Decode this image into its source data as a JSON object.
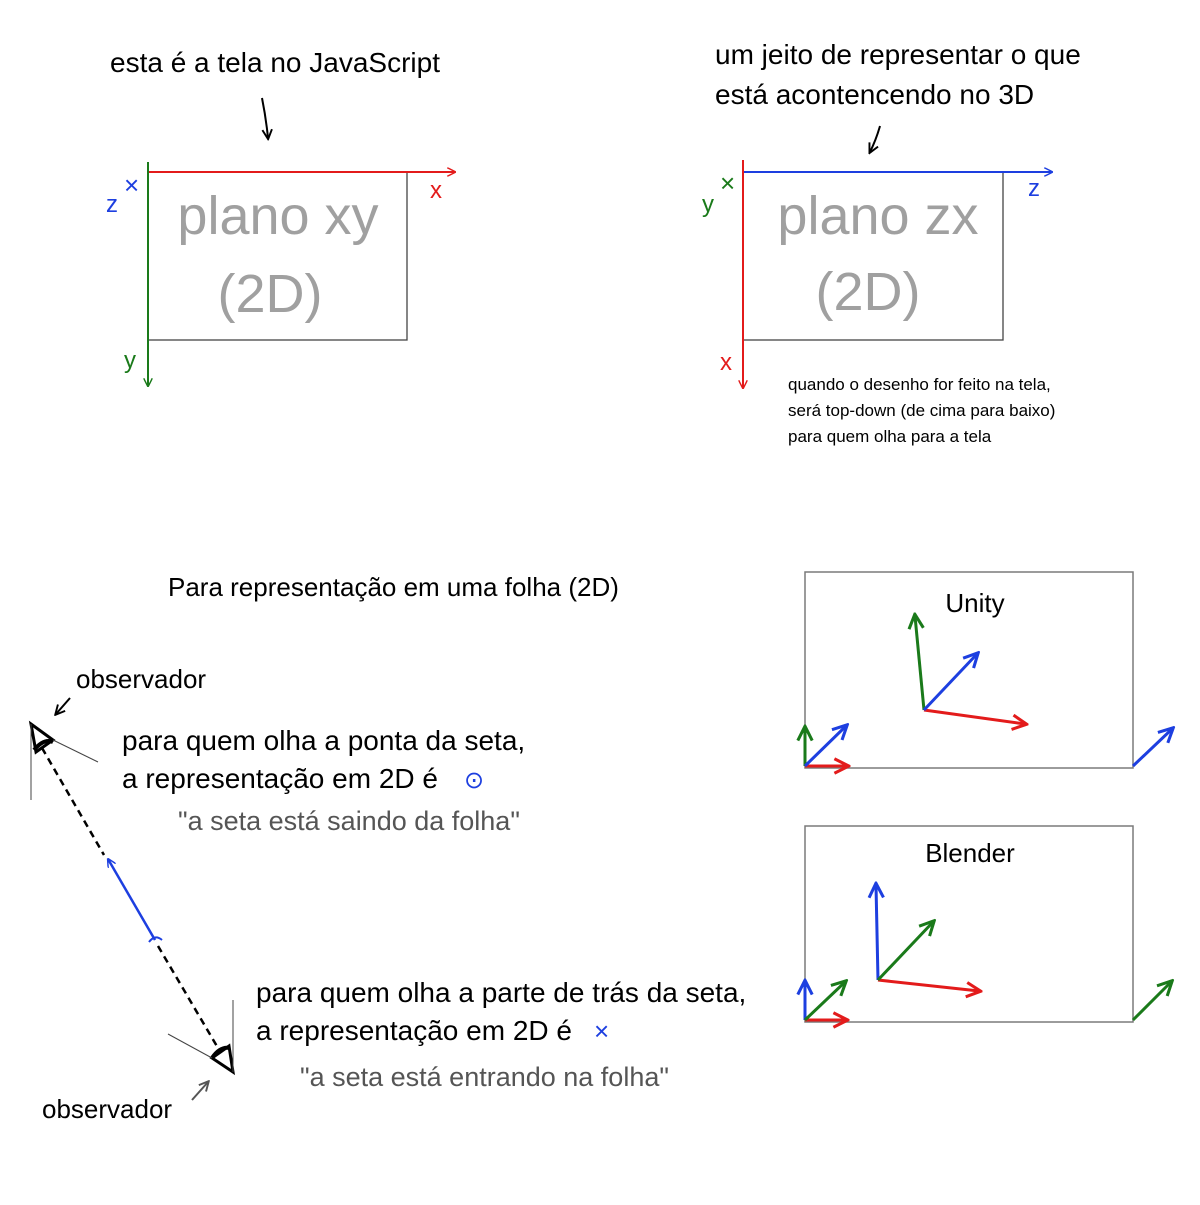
{
  "colors": {
    "x_axis": "#e31b1b",
    "y_axis": "#1a7a1a",
    "z_axis": "#1d3fe0",
    "box": "#444444",
    "box_light": "#7a7a7a",
    "muted_text": "#555555",
    "plane_text": "#a0a0a0"
  },
  "js_screen": {
    "title": "esta é a tela no JavaScript",
    "plane_line1": "plano xy",
    "plane_line2": "(2D)",
    "x_label": "x",
    "y_label": "y",
    "z_label": "z",
    "z_symbol": "×"
  },
  "representation_3d": {
    "title_line1": "um jeito de representar o que",
    "title_line2": "está acontencendo no 3D",
    "plane_line1": "plano zx",
    "plane_line2": "(2D)",
    "z_label": "z",
    "x_label": "x",
    "y_label": "y",
    "y_symbol": "×",
    "note_line1": "quando o desenho for feito na tela,",
    "note_line2": "será top-down (de cima para baixo)",
    "note_line3": "para quem olha para a tela"
  },
  "sheet": {
    "title": "Para representação em uma folha (2D)",
    "observer_top": "observador",
    "observer_bottom": "observador",
    "front_line1": "para quem olha a ponta da seta,",
    "front_line2": "a representação em 2D é",
    "front_symbol": "⊙",
    "front_quote": "\"a seta está saindo da folha\"",
    "back_line1": "para quem olha a parte de trás da seta,",
    "back_line2": "a representação em 2D é",
    "back_symbol": "×",
    "back_quote": "\"a seta está entrando na folha\""
  },
  "unity": {
    "label": "Unity"
  },
  "blender": {
    "label": "Blender"
  }
}
